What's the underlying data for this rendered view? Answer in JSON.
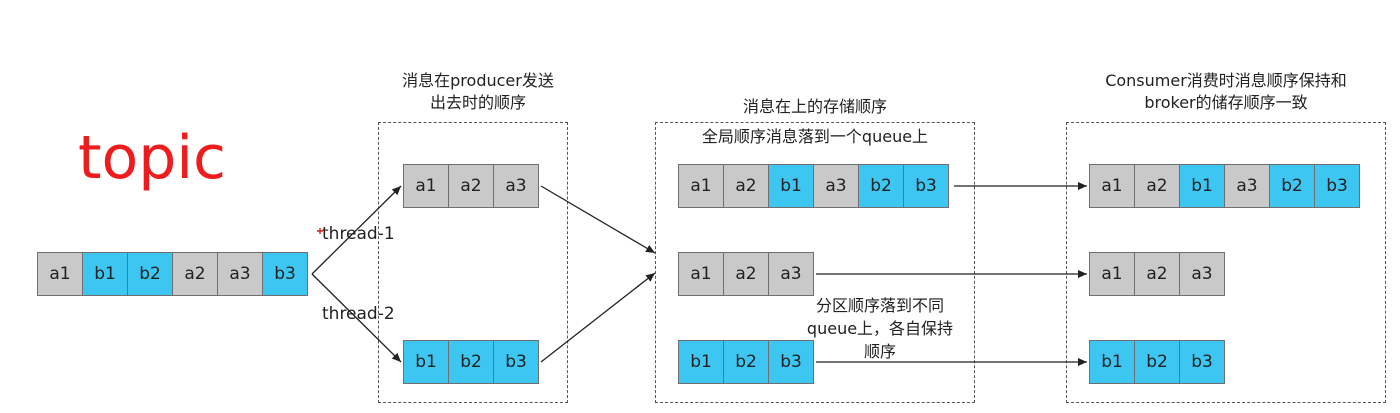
{
  "topic_title": "topic",
  "source_sequence": [
    "a1",
    "b1",
    "b2",
    "a2",
    "a3",
    "b3"
  ],
  "threads": {
    "thread_1": "thread-1",
    "thread_2": "thread-2"
  },
  "producer_panel": {
    "title_line1": "消息在producer发送",
    "title_line2": "出去时的顺序",
    "thread1_queue": [
      "a1",
      "a2",
      "a3"
    ],
    "thread2_queue": [
      "b1",
      "b2",
      "b3"
    ]
  },
  "storage_panel": {
    "title": "消息在上的存储顺序",
    "subtitle": "全局顺序消息落到一个queue上",
    "global_queue": [
      "a1",
      "a2",
      "b1",
      "a3",
      "b2",
      "b3"
    ],
    "partition_a": [
      "a1",
      "a2",
      "a3"
    ],
    "partition_b": [
      "b1",
      "b2",
      "b3"
    ],
    "note_line1": "分区顺序落到不同",
    "note_line2": "queue上，各自保持",
    "note_line3": "顺序"
  },
  "consumer_panel": {
    "title_line1": "Consumer消费时消息顺序保持和",
    "title_line2": "broker的储存顺序一致",
    "global_queue": [
      "a1",
      "a2",
      "b1",
      "a3",
      "b2",
      "b3"
    ],
    "partition_a": [
      "a1",
      "a2",
      "a3"
    ],
    "partition_b": [
      "b1",
      "b2",
      "b3"
    ]
  },
  "colors": {
    "a_cell": "#c9c9c9",
    "b_cell": "#3ec6f2",
    "topic_red": "#ee1c1c"
  }
}
